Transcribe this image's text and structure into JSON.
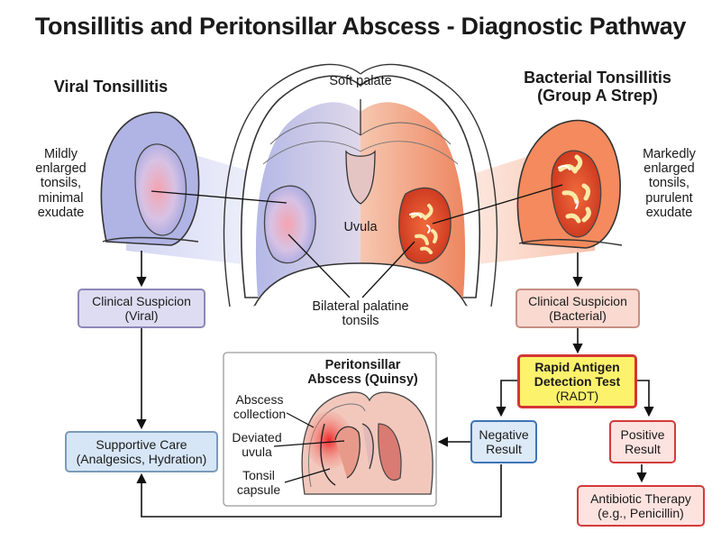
{
  "title": "Tonsillitis and Peritonsillar Abscess - Diagnostic Pathway",
  "viral": {
    "heading": "Viral Tonsillitis",
    "desc": [
      "Mildly",
      "enlarged",
      "tonsils,",
      "minimal",
      "exudate"
    ]
  },
  "bacterial": {
    "heading_lines": [
      "Bacterial Tonsillitis",
      "(Group A Strep)"
    ],
    "desc": [
      "Markedly",
      "enlarged",
      "tonsils,",
      "purulent",
      "exudate"
    ]
  },
  "center": {
    "soft_palate": "Soft palate",
    "uvula": "Uvula",
    "tonsils_lines": [
      "Bilateral palatine",
      "tonsils"
    ]
  },
  "boxes": {
    "clinical_viral": [
      "Clinical Suspicion",
      "(Viral)"
    ],
    "clinical_bacterial": [
      "Clinical Suspicion",
      "(Bacterial)"
    ],
    "radt": [
      "Rapid Antigen",
      "Detection Test",
      "(RADT)"
    ],
    "negative": [
      "Negative",
      "Result"
    ],
    "positive": [
      "Positive",
      "Result"
    ],
    "antibiotic": [
      "Antibiotic Therapy",
      "(e.g., Penicillin)"
    ],
    "supportive": [
      "Supportive Care",
      "(Analgesics, Hydration)"
    ]
  },
  "quinsy": {
    "title_lines": [
      "Peritonsillar",
      "Abscess (Quinsy)"
    ],
    "labels": {
      "abscess": [
        "Abscess",
        "collection"
      ],
      "uvula": [
        "Deviated",
        "uvula"
      ],
      "capsule": [
        "Tonsil",
        "capsule"
      ]
    }
  },
  "colors": {
    "viral_blue": "#8a8fd3",
    "bacterial_red": "#e4503a",
    "pus_yellow": "#f3df8a",
    "radt_yellow": "#fdf26c",
    "alert_red": "#d43636",
    "negative_blue": "#3c74b6"
  }
}
